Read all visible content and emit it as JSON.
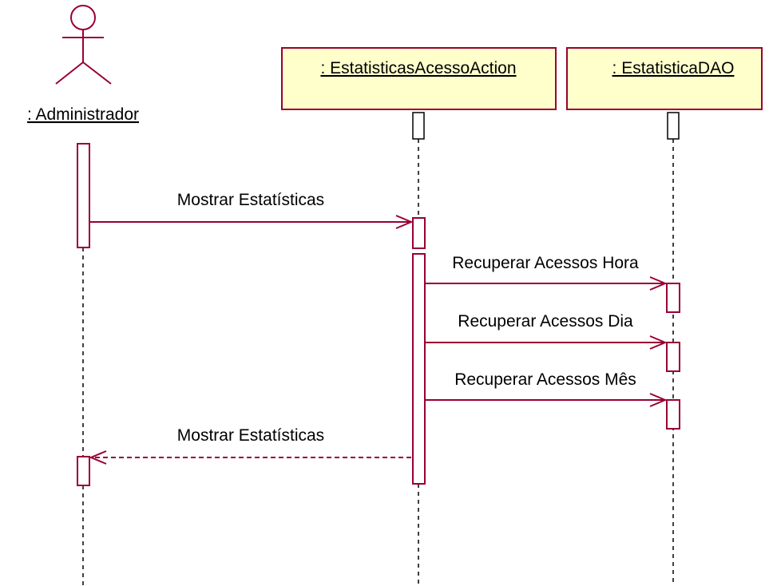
{
  "diagram": {
    "type": "sequence",
    "colors": {
      "line": "#990033",
      "box_fill": "#ffffcc",
      "text": "#000000",
      "background": "#ffffff"
    },
    "actor": {
      "label": ": Administrador"
    },
    "objects": [
      {
        "id": "action",
        "label": ": EstatisticasAcessoAction"
      },
      {
        "id": "dao",
        "label": ": EstatisticaDAO"
      }
    ],
    "messages": [
      {
        "id": "m1",
        "from": "actor",
        "to": "action",
        "label": "Mostrar Estatísticas",
        "kind": "call"
      },
      {
        "id": "m2",
        "from": "action",
        "to": "dao",
        "label": "Recuperar Acessos Hora",
        "kind": "call"
      },
      {
        "id": "m3",
        "from": "action",
        "to": "dao",
        "label": "Recuperar Acessos Dia",
        "kind": "call"
      },
      {
        "id": "m4",
        "from": "action",
        "to": "dao",
        "label": "Recuperar Acessos Mês",
        "kind": "call"
      },
      {
        "id": "m5",
        "from": "action",
        "to": "actor",
        "label": "Mostrar Estatísticas",
        "kind": "return"
      }
    ]
  }
}
